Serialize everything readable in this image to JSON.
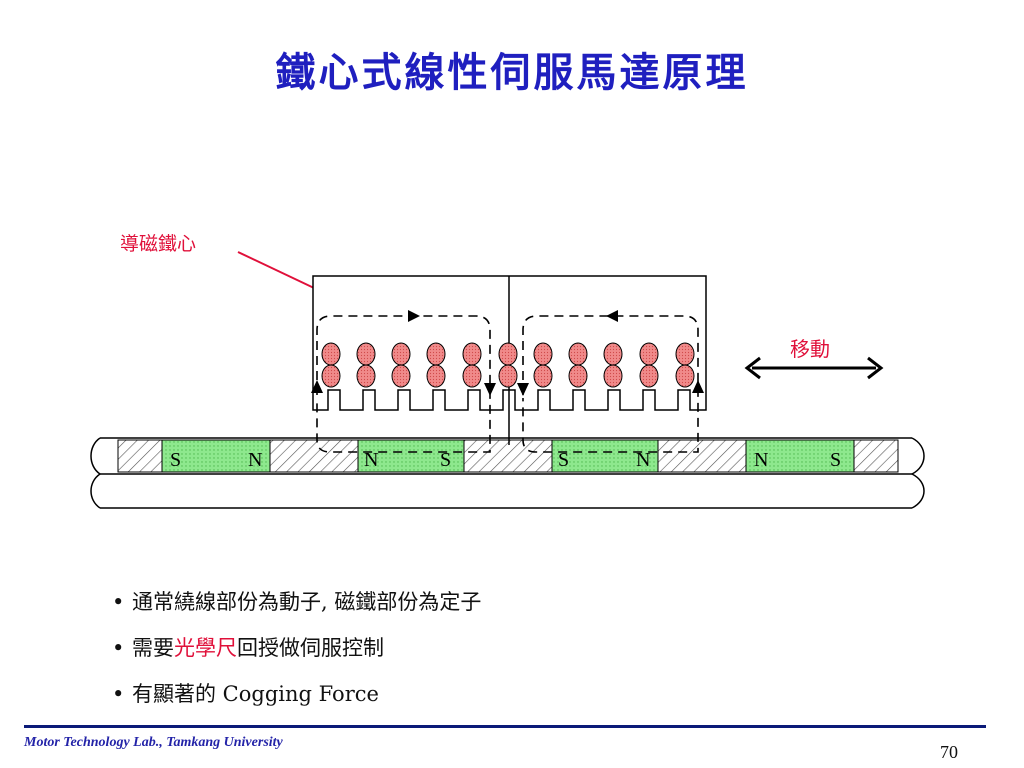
{
  "slide": {
    "title": "鐵心式線性伺服馬達原理",
    "footer": "Motor Technology Lab., Tamkang University",
    "page_number": "70"
  },
  "diagram": {
    "label_core": "導磁鐵心",
    "label_move": "移動",
    "magnets": [
      {
        "left": "S",
        "right": "N"
      },
      {
        "left": "N",
        "right": "S"
      },
      {
        "left": "S",
        "right": "N"
      },
      {
        "left": "N",
        "right": "S"
      }
    ],
    "colors": {
      "label": "#e0103a",
      "magnet": "#8ee88e",
      "coil": "#f08080"
    }
  },
  "bullets": [
    {
      "text": "通常繞線部份為動子, 磁鐵部份為定子"
    },
    {
      "pre": "需要",
      "highlight": "光學尺",
      "post": "回授做伺服控制"
    },
    {
      "text": "有顯著的 Cogging Force"
    }
  ]
}
